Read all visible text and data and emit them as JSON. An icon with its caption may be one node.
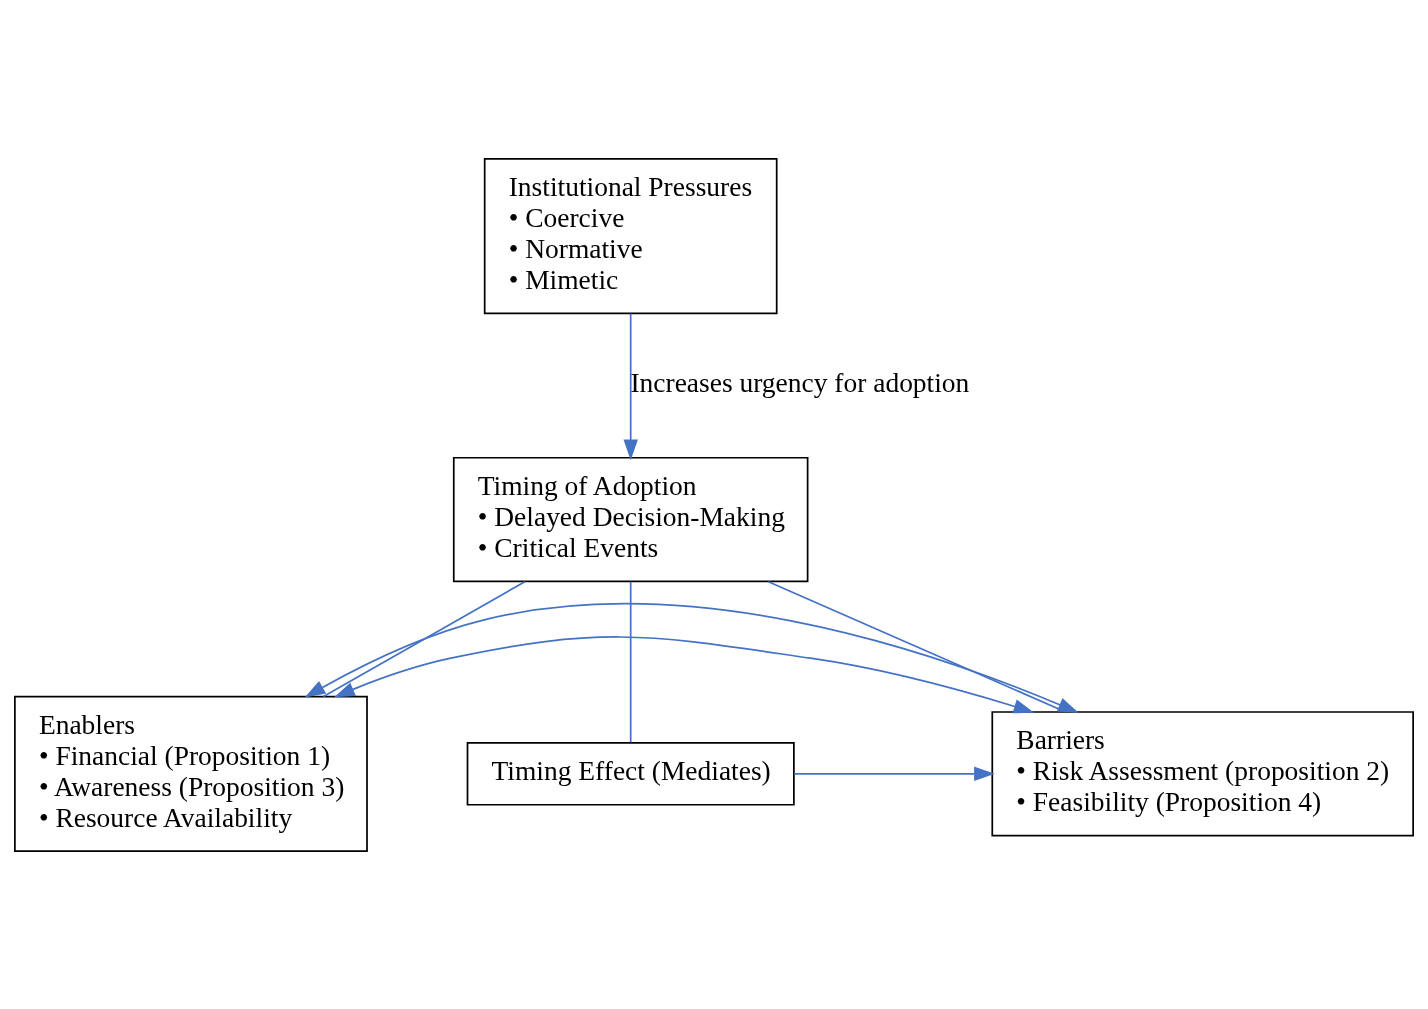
{
  "diagram": {
    "nodes": [
      {
        "text": [
          "Institutional Pressures",
          "• Coercive",
          "• Normative",
          "• Mimetic"
        ]
      },
      {
        "text": [
          "Timing of Adoption",
          "• Delayed Decision-Making",
          "• Critical Events"
        ]
      },
      {
        "text": [
          "Enablers",
          "• Financial (Proposition 1)",
          "• Awareness (Proposition 3)",
          "• Resource Availability"
        ]
      },
      {
        "text": [
          "Barriers",
          "• Risk Assessment (proposition 2)",
          "• Feasibility (Proposition 4)"
        ]
      },
      {
        "text": [
          "Timing Effect (Mediates)"
        ]
      }
    ],
    "edges": [
      {
        "from": 0,
        "to": 1,
        "arrow": "to",
        "label": "Increases urgency for adoption"
      },
      {
        "from": 1,
        "to": 2,
        "arrow": "none"
      },
      {
        "from": 1,
        "to": 3,
        "arrow": "none"
      },
      {
        "from": 1,
        "to": 4,
        "arrow": "none"
      },
      {
        "from": 2,
        "to": 3,
        "arrow": "both"
      },
      {
        "from": 2,
        "to": 3,
        "arrow": "both"
      },
      {
        "from": 4,
        "to": 3,
        "arrow": "to"
      }
    ]
  }
}
